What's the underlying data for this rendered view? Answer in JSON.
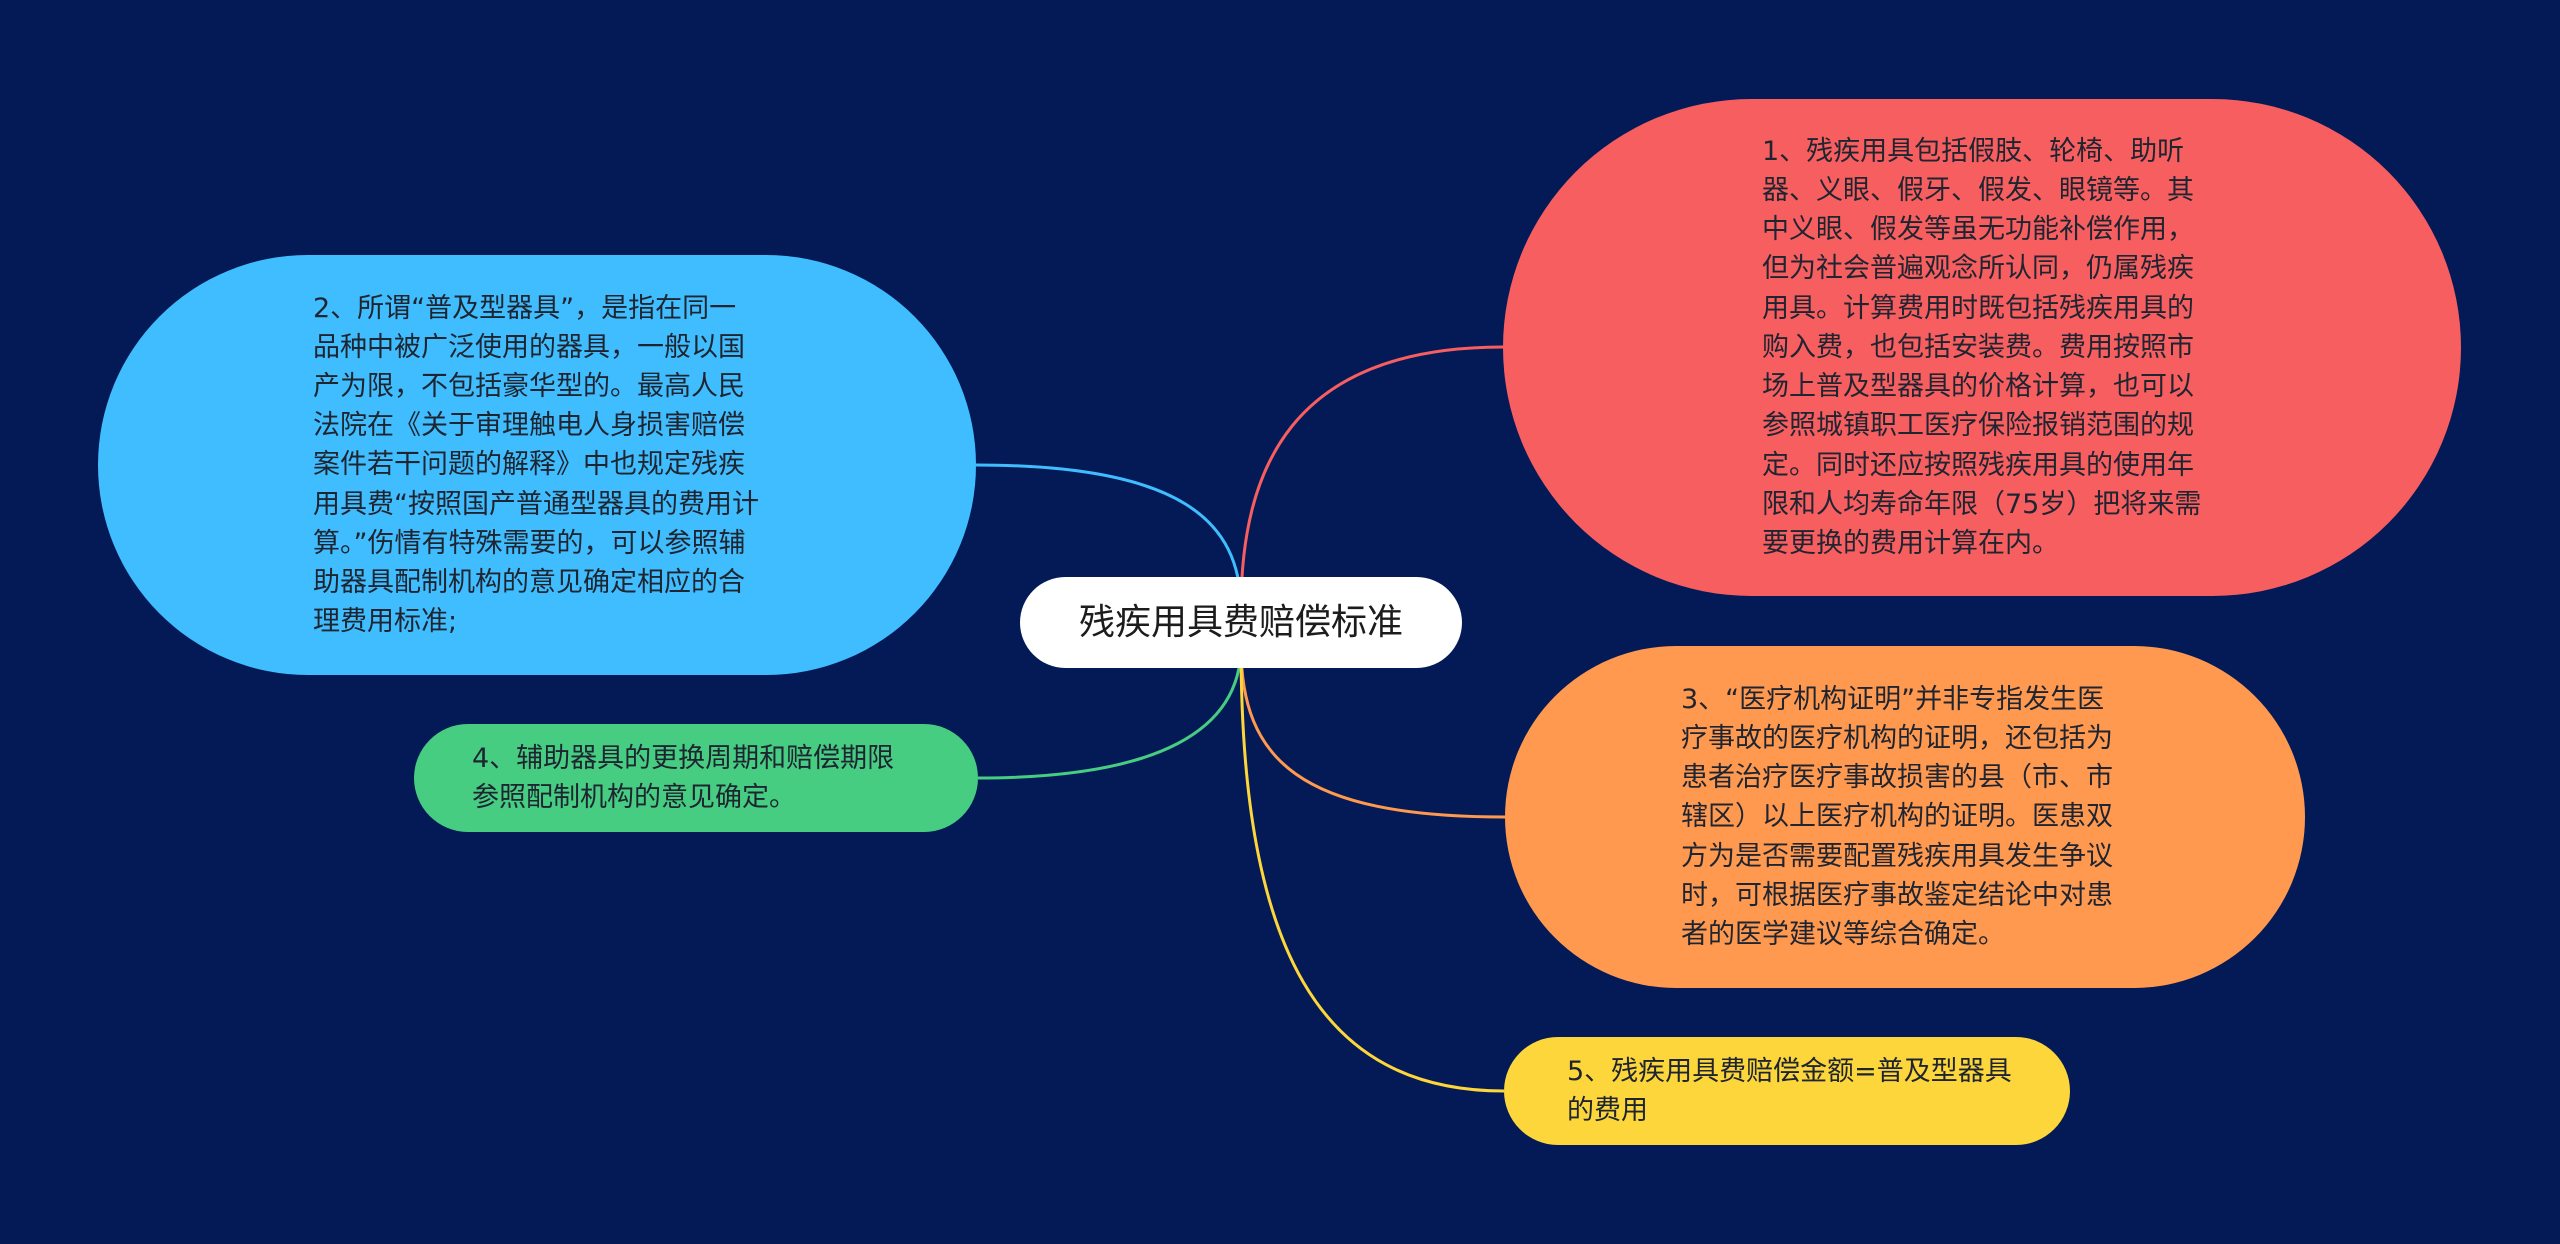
{
  "center": {
    "label": "残疾用具费赔偿标准"
  },
  "nodes": {
    "n1": {
      "text": "1、残疾用具包括假肢、轮椅、助听器、义眼、假牙、假发、眼镜等。其中义眼、假发等虽无功能补偿作用，但为社会普遍观念所认同，仍属残疾用具。计算费用时既包括残疾用具的购入费，也包括安装费。费用按照市场上普及型器具的价格计算，也可以参照城镇职工医疗保险报销范围的规定。同时还应按照残疾用具的使用年限和人均寿命年限（75岁）把将来需要更换的费用计算在内。",
      "color": "#f65e60",
      "line_color": "#f65e60"
    },
    "n2": {
      "text": "2、所谓“普及型器具”，是指在同一品种中被广泛使用的器具，一般以国产为限，不包括豪华型的。最高人民法院在《关于审理触电人身损害赔偿案件若干问题的解释》中也规定残疾用具费“按照国产普通型器具的费用计算。”伤情有特殊需要的，可以参照辅助器具配制机构的意见确定相应的合理费用标准;",
      "color": "#40bdfe",
      "line_color": "#40bdfe"
    },
    "n3": {
      "text": "3、“医疗机构证明”并非专指发生医疗事故的医疗机构的证明，还包括为患者治疗医疗事故损害的县（市、市辖区）以上医疗机构的证明。医患双方为是否需要配置残疾用具发生争议时，可根据医疗事故鉴定结论中对患者的医学建议等综合确定。",
      "color": "#ff9950",
      "line_color": "#ff9950"
    },
    "n4": {
      "text": "4、辅助器具的更换周期和赔偿期限参照配制机构的意见确定。",
      "color": "#46cd82",
      "line_color": "#46cd82"
    },
    "n5": {
      "text": "5、残疾用具费赔偿金额=普及型器具的费用",
      "color": "#fcd63b",
      "line_color": "#fcd63b"
    }
  },
  "colors": {
    "background": "#031a56",
    "center": "#ffffff"
  }
}
